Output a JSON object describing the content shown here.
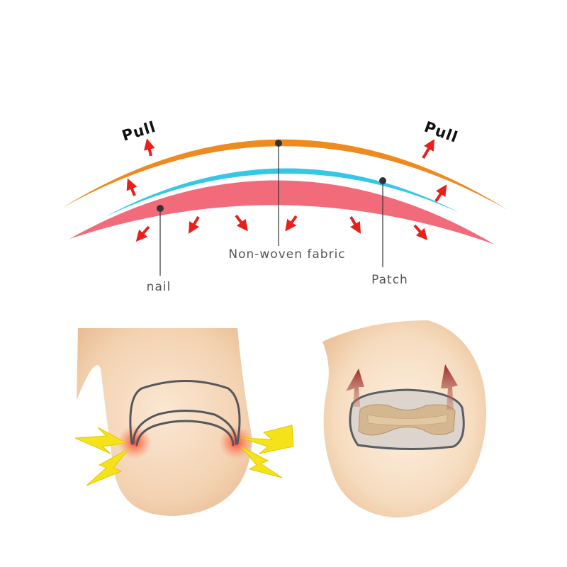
{
  "labels": {
    "pull_left": "Pull",
    "pull_right": "Pull",
    "non_woven_fabric": "Non-woven fabric",
    "nail": "nail",
    "patch": "Patch"
  },
  "colors": {
    "fabric": "#ee8a1e",
    "patch": "#35c8e6",
    "nail": "#f26b7a",
    "arrow": "#e8201c",
    "skin": "#f5d7b6",
    "pain": "#f6e21a",
    "lift_arrow": "#9a2e2a"
  }
}
